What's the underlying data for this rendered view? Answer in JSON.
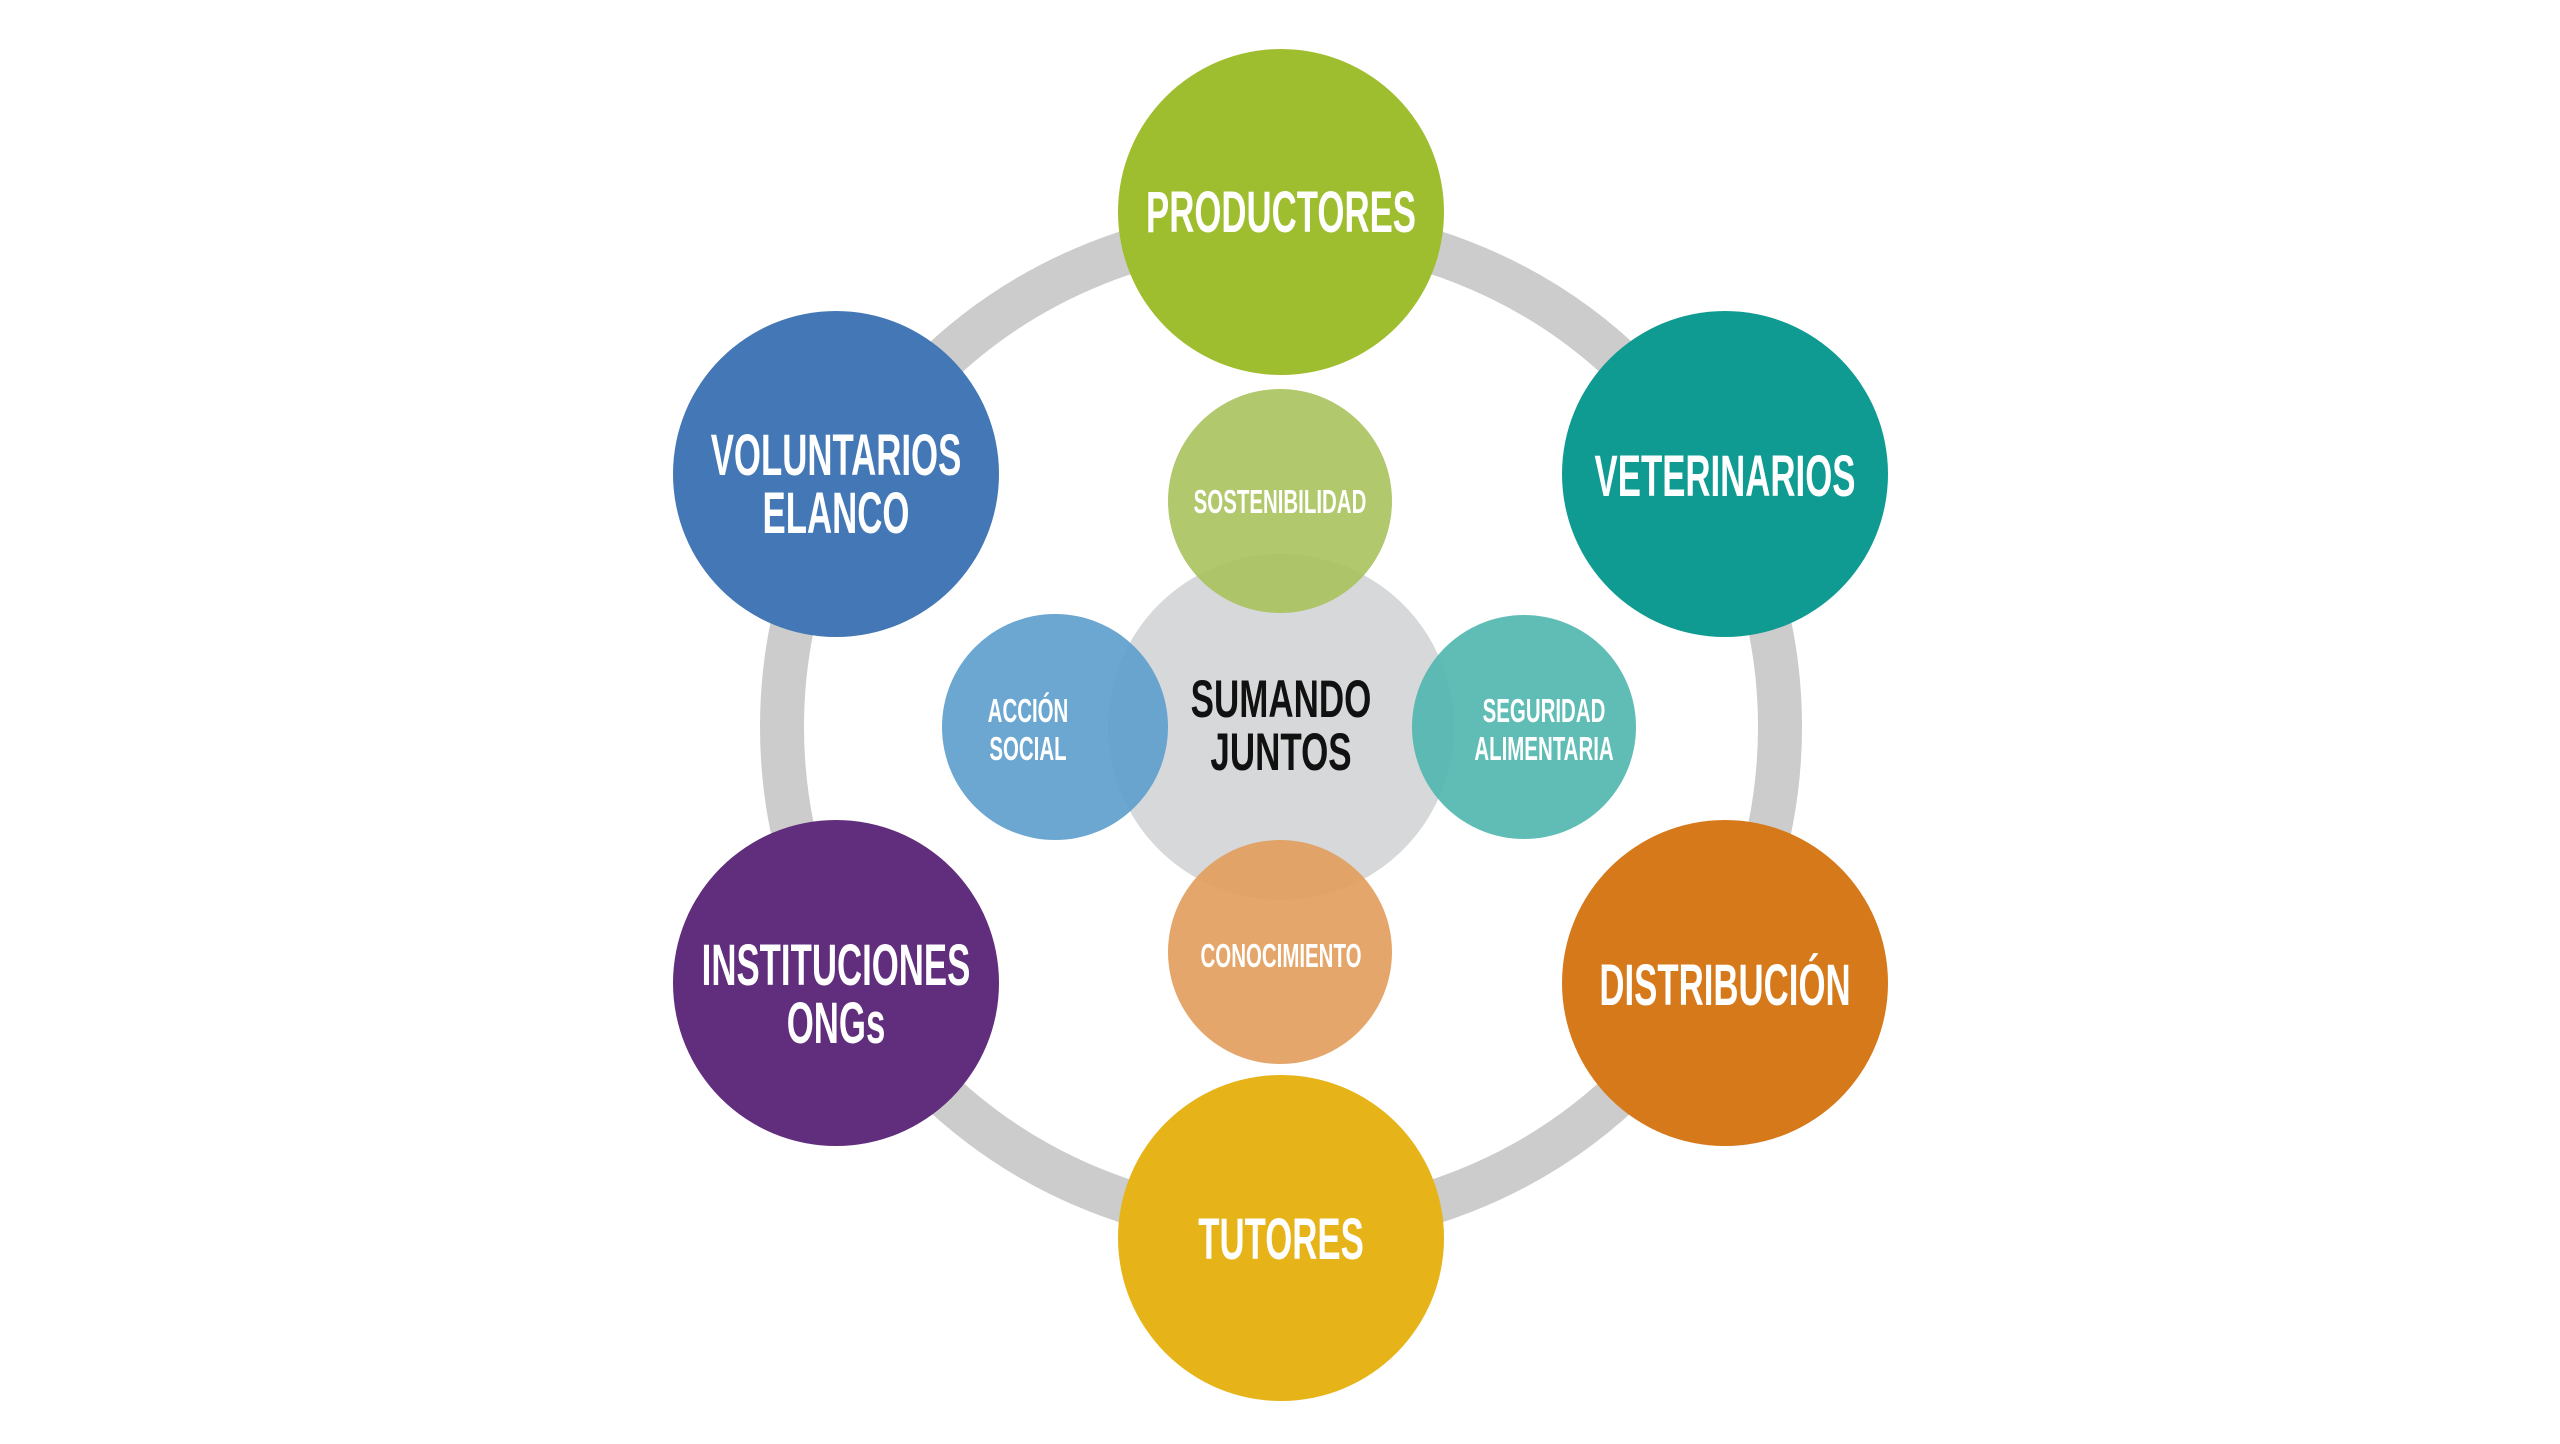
{
  "diagram": {
    "background": "#ffffff",
    "ring": {
      "color": "#cccccc"
    },
    "center": {
      "lines": [
        "SUMANDO",
        "JUNTOS"
      ],
      "color": "#d6d8da",
      "text_color": "#111111"
    },
    "outer_nodes": [
      {
        "id": "productores",
        "lines": [
          "PRODUCTORES"
        ],
        "color": "#9fbe2f"
      },
      {
        "id": "veterinarios",
        "lines": [
          "VETERINARIOS"
        ],
        "color": "#0f9b91"
      },
      {
        "id": "distribucion",
        "lines": [
          "DISTRIBUCIÓN"
        ],
        "color": "#d6791b"
      },
      {
        "id": "tutores",
        "lines": [
          "TUTORES"
        ],
        "color": "#e6b318"
      },
      {
        "id": "instituciones-ongs",
        "lines": [
          "INSTITUCIONES",
          "ONGs"
        ],
        "color": "#612d7d"
      },
      {
        "id": "voluntarios-elanco",
        "lines": [
          "VOLUNTARIOS",
          "ELANCO"
        ],
        "color": "#4377b5"
      }
    ],
    "inner_nodes": [
      {
        "id": "sostenibilidad",
        "lines": [
          "SOSTENIBILIDAD"
        ],
        "color": "#adc468"
      },
      {
        "id": "seguridad-alimentaria",
        "lines": [
          "SEGURIDAD",
          "ALIMENTARIA"
        ],
        "color": "#58b9b2"
      },
      {
        "id": "conocimiento",
        "lines": [
          "CONOCIMIENTO"
        ],
        "color": "#e2a062"
      },
      {
        "id": "accion-social",
        "lines": [
          "ACCIÓN",
          "SOCIAL"
        ],
        "color": "#5e9fcd"
      }
    ]
  }
}
